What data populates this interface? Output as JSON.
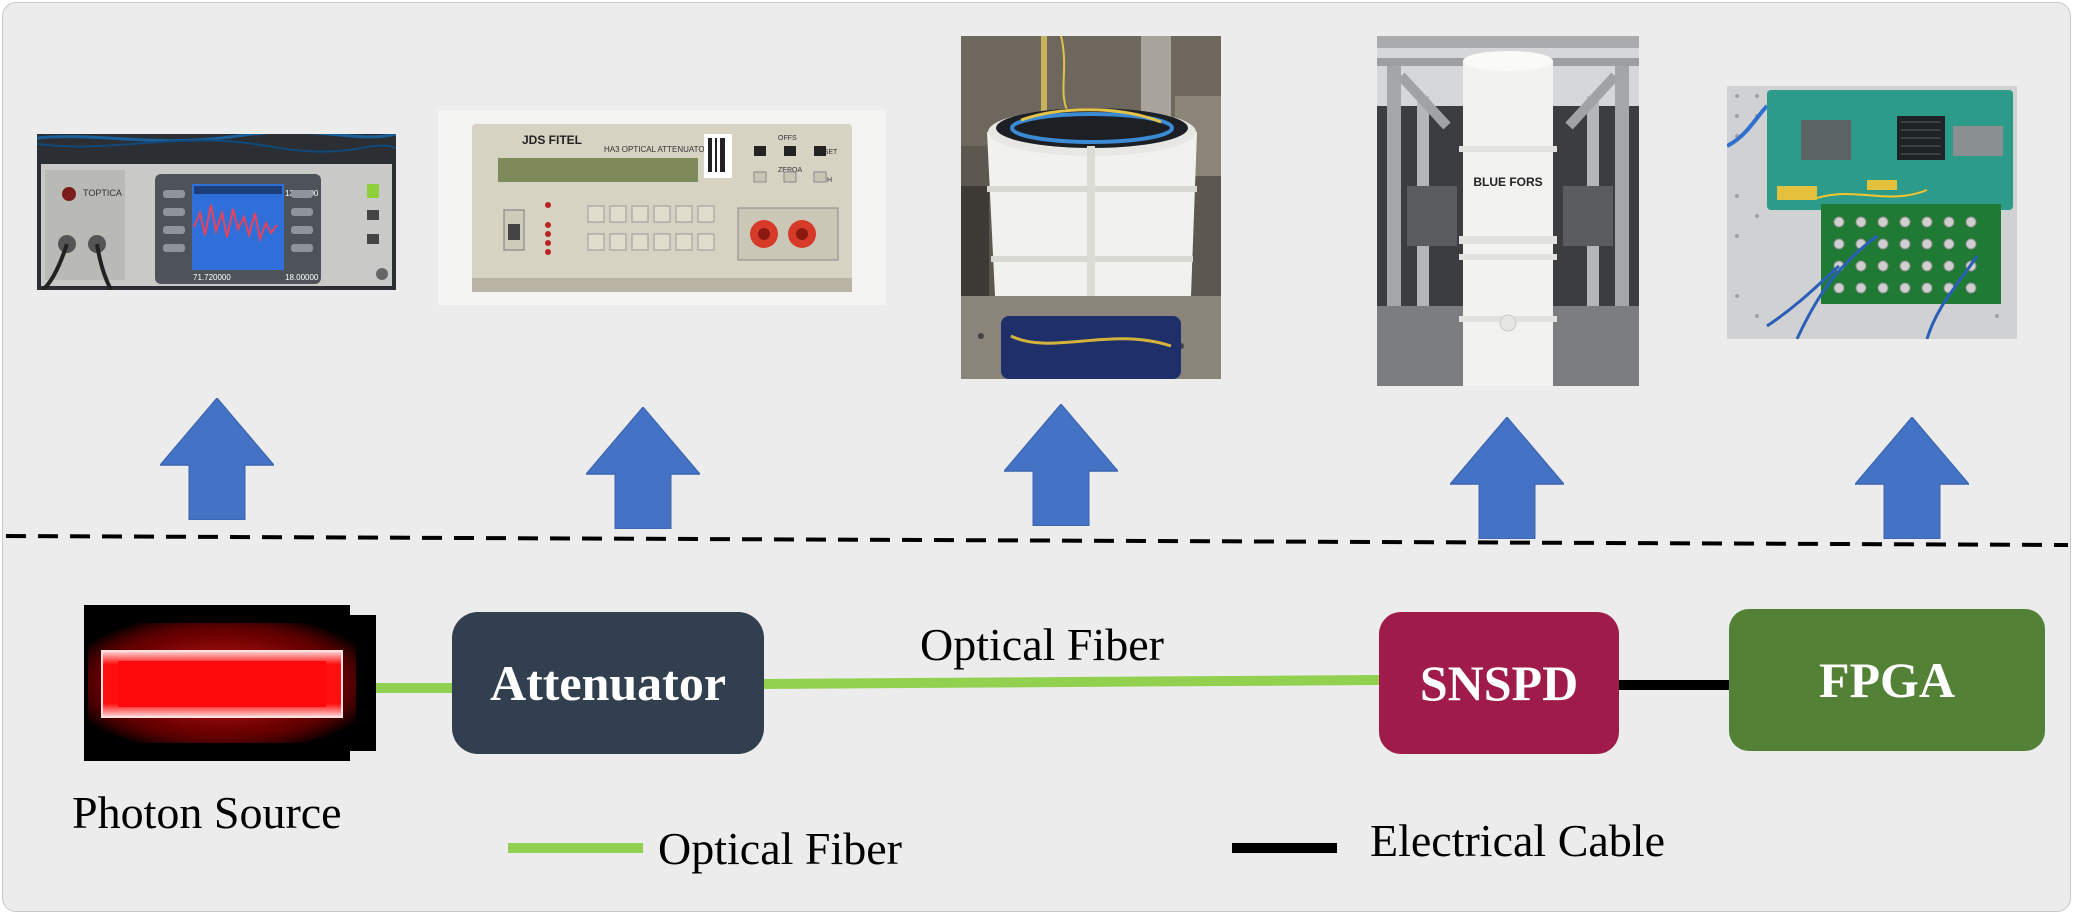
{
  "components": {
    "attenuator": "Attenuator",
    "snspd": "SNSPD",
    "fpga": "FPGA"
  },
  "labels": {
    "photon_source": "Photon Source",
    "link_fiber": "Optical Fiber"
  },
  "legend": {
    "fiber": "Optical Fiber",
    "cable": "Electrical Cable"
  },
  "photos": {
    "photon_source_panel": {
      "brand": "TOPTICA",
      "readout_1": "133.0000",
      "readout_2": "71.720000",
      "readout_3": "18.00000"
    },
    "attenuator_panel": {
      "brand": "JDS FITEL",
      "model": "HA3 OPTICAL ATTENUATOR",
      "keys": [
        "OFFS",
        "RESET",
        "ZEROA",
        "CH"
      ]
    },
    "cryostat": {
      "brand": "BLUE FORS"
    }
  },
  "colors": {
    "arrow": "#4472c4",
    "fiber": "#92d050",
    "cable": "#000000",
    "attenuator": "#323f4f",
    "snspd": "#9e1b4a",
    "fpga": "#538135",
    "background": "#ececec"
  }
}
